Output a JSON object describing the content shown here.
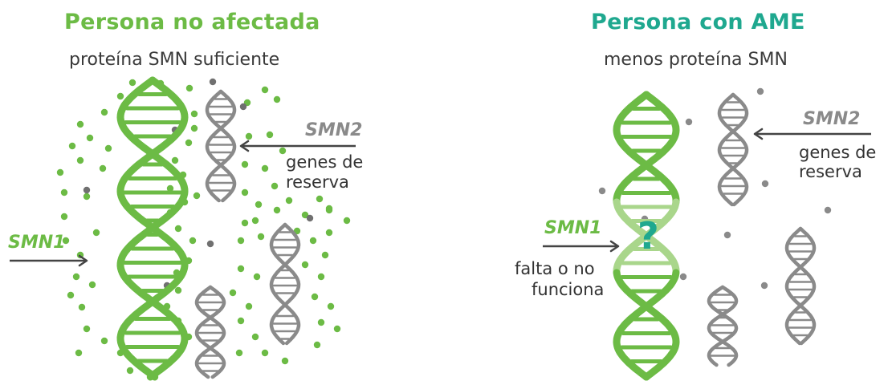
{
  "colors": {
    "green": "#6cbb45",
    "teal": "#1fa88f",
    "light_green": "#a9d68b",
    "gray": "#8a8a8a",
    "dark_gray": "#707070",
    "text": "#333333"
  },
  "left_panel": {
    "title": "Persona no afectada",
    "subtitle": "proteína SMN suficiente",
    "smn2_label": "SMN2",
    "reserve_line1": "genes de",
    "reserve_line2": "reserva",
    "smn1_label": "SMN1"
  },
  "right_panel": {
    "title": "Persona con AME",
    "subtitle": "menos proteína SMN",
    "smn2_label": "SMN2",
    "reserve_line1": "genes de",
    "reserve_line2": "reserva",
    "smn1_label": "SMN1",
    "missing_line1": "falta o no",
    "missing_line2": "funciona",
    "question_mark": "?"
  },
  "icons": [
    "dna-helix-icon",
    "arrow-icon",
    "protein-dot-icon"
  ]
}
